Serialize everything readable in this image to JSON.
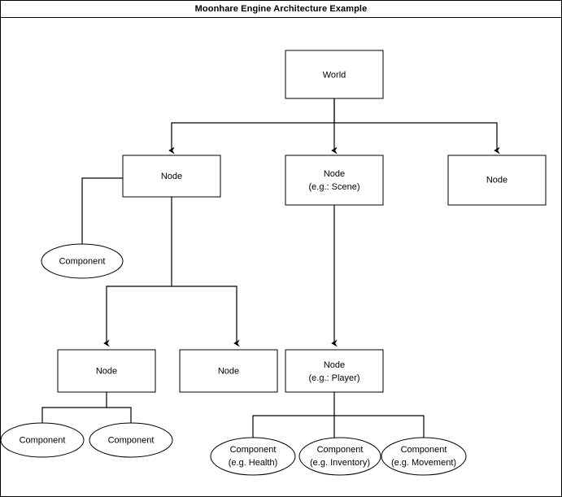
{
  "window": {
    "title": "Moonhare Engine Architecture Example"
  },
  "diagram": {
    "type": "tree-diagram",
    "background_color": "#ffffff",
    "stroke_color": "#000000",
    "nodes": {
      "world": {
        "line1": "World",
        "line2": "",
        "shape": "rect"
      },
      "node_a": {
        "line1": "Node",
        "line2": "",
        "shape": "rect"
      },
      "node_scene": {
        "line1": "Node",
        "line2": "(e.g.: Scene)",
        "shape": "rect"
      },
      "node_c": {
        "line1": "Node",
        "line2": "",
        "shape": "rect"
      },
      "component_a": {
        "line1": "Component",
        "line2": "",
        "shape": "ellipse"
      },
      "node_a1": {
        "line1": "Node",
        "line2": "",
        "shape": "rect"
      },
      "node_a2": {
        "line1": "Node",
        "line2": "",
        "shape": "rect"
      },
      "node_player": {
        "line1": "Node",
        "line2": "(e.g.: Player)",
        "shape": "rect"
      },
      "component_a1a": {
        "line1": "Component",
        "line2": "",
        "shape": "ellipse"
      },
      "component_a1b": {
        "line1": "Component",
        "line2": "",
        "shape": "ellipse"
      },
      "component_health": {
        "line1": "Component",
        "line2": "(e.g. Health)",
        "shape": "ellipse"
      },
      "component_inventory": {
        "line1": "Component",
        "line2": "(e.g. Inventory)",
        "shape": "ellipse"
      },
      "component_movement": {
        "line1": "Component",
        "line2": "(e.g. Movement)",
        "shape": "ellipse"
      }
    },
    "edges": [
      {
        "from": "world",
        "to": "node_a"
      },
      {
        "from": "world",
        "to": "node_scene"
      },
      {
        "from": "world",
        "to": "node_c"
      },
      {
        "from": "node_a",
        "to": "component_a"
      },
      {
        "from": "node_a",
        "to": "node_a1"
      },
      {
        "from": "node_a",
        "to": "node_a2"
      },
      {
        "from": "node_scene",
        "to": "node_player"
      },
      {
        "from": "node_a1",
        "to": "component_a1a"
      },
      {
        "from": "node_a1",
        "to": "component_a1b"
      },
      {
        "from": "node_player",
        "to": "component_health"
      },
      {
        "from": "node_player",
        "to": "component_inventory"
      },
      {
        "from": "node_player",
        "to": "component_movement"
      }
    ]
  }
}
